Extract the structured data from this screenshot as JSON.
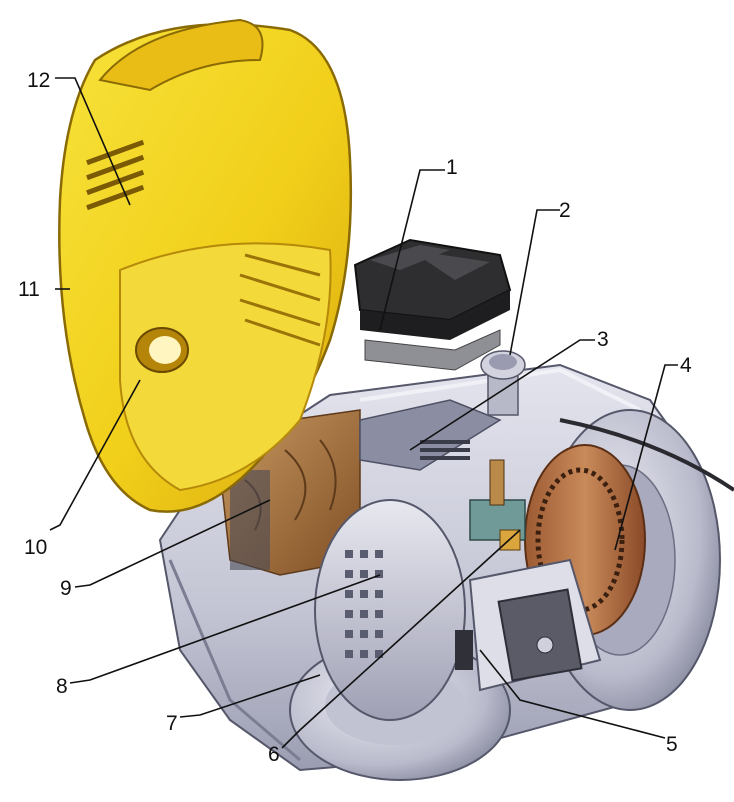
{
  "labels": {
    "l1": "1",
    "l2": "2",
    "l3": "3",
    "l4": "4",
    "l5": "5",
    "l6": "6",
    "l7": "7",
    "l8": "8",
    "l9": "9",
    "l10": "10",
    "l11": "11",
    "l12": "12"
  },
  "colors": {
    "lid_yellow": "#f3d21c",
    "lid_shadow": "#c99b0a",
    "body_silver": "#cfd0dc",
    "body_shadow": "#8e90a6",
    "filter_dark": "#3a3a3c",
    "bag_brown": "#a6703a",
    "motor_copper": "#b5754a"
  }
}
